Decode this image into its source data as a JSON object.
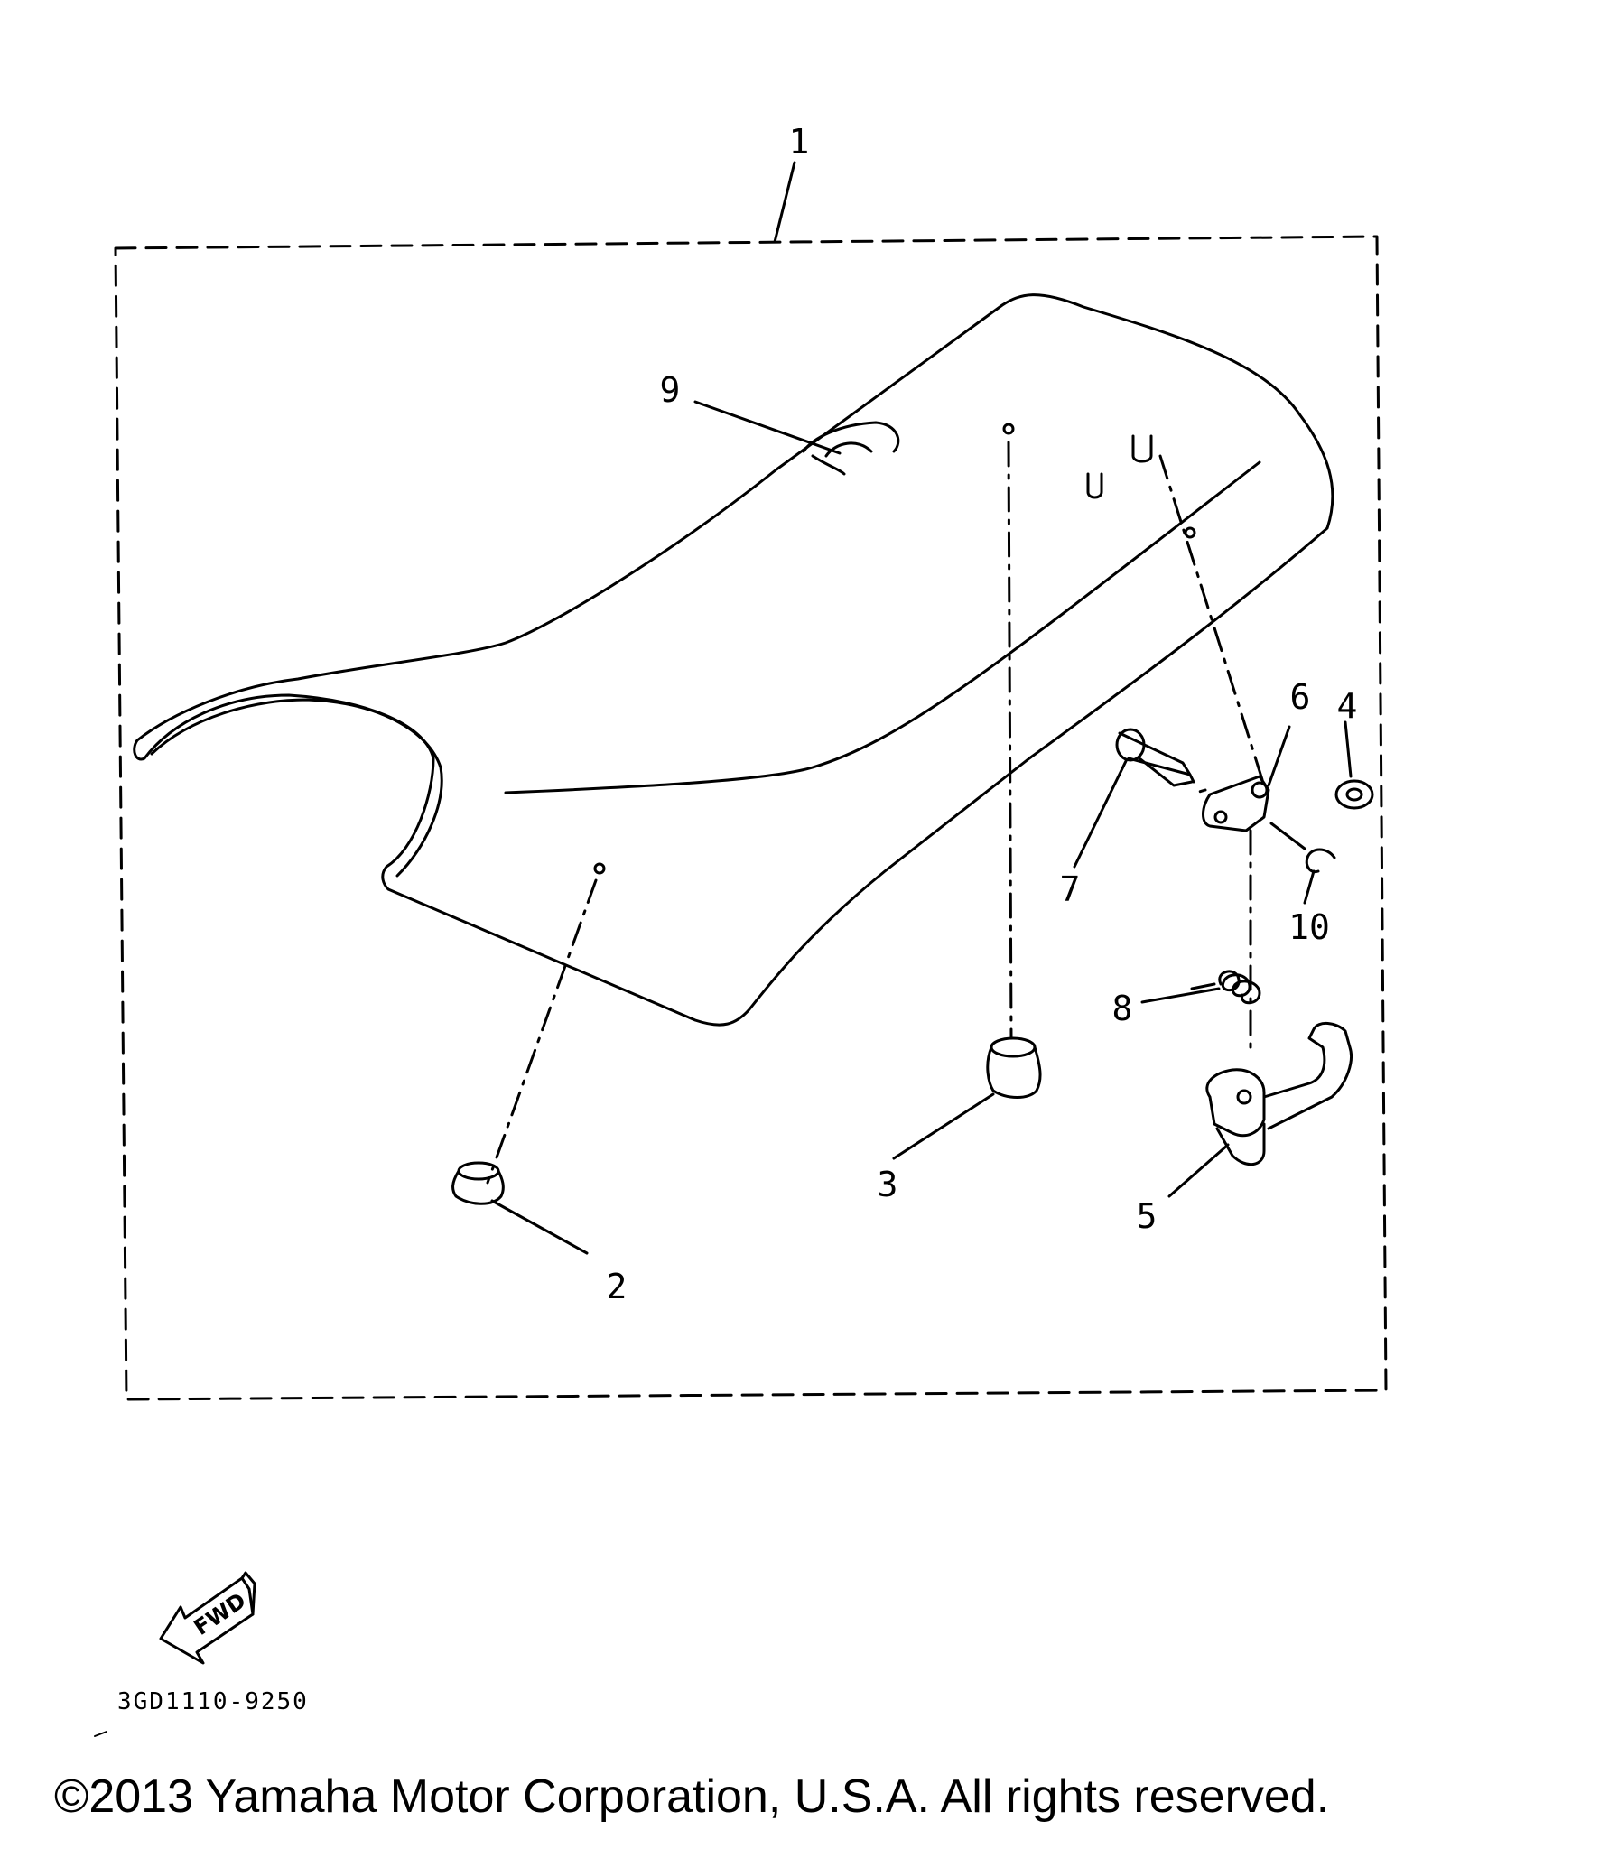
{
  "diagram": {
    "part_code": "3GD1110-9250",
    "fwd_label": "FWD",
    "callouts": {
      "c1": "1",
      "c2": "2",
      "c3": "3",
      "c4": "4",
      "c5": "5",
      "c6": "6",
      "c7": "7",
      "c8": "8",
      "c9": "9",
      "c10": "10"
    }
  },
  "footer": {
    "copyright": "©2013 Yamaha Motor Corporation, U.S.A. All rights reserved."
  }
}
